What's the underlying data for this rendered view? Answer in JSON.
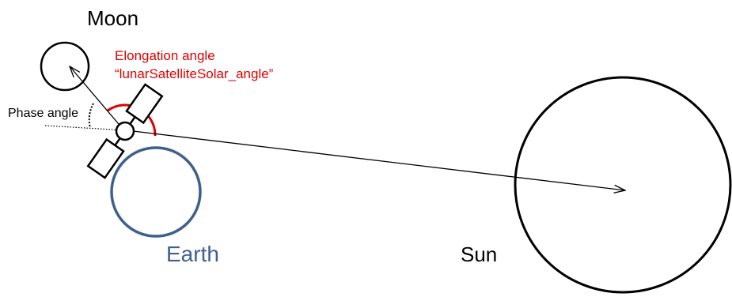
{
  "labels": {
    "moon": "Moon",
    "earth": "Earth",
    "sun": "Sun",
    "phase_angle": "Phase angle",
    "elongation_line1": "Elongation angle",
    "elongation_line2": "“lunarSatelliteSolar_angle”"
  },
  "colors": {
    "outline": "#000000",
    "earth": "#3f5f8f",
    "elongation": "#e00000",
    "earth_label": "#3f5f8f",
    "elongation_label": "#e00000"
  }
}
